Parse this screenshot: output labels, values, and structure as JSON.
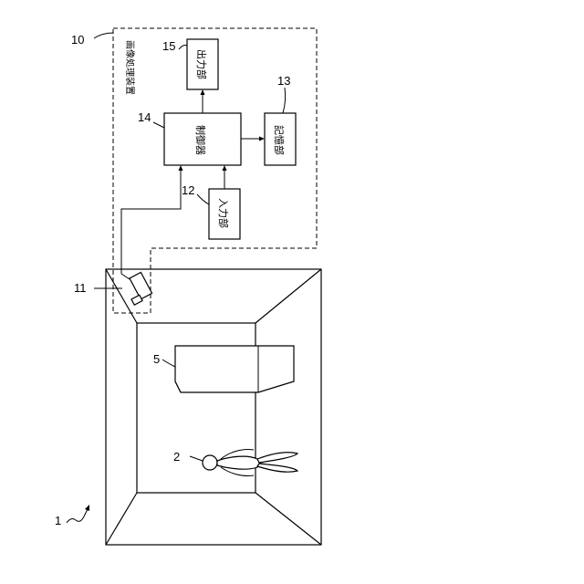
{
  "diagram": {
    "system_ref": "1",
    "apparatus_ref": "10",
    "apparatus_label": "画像処理装置",
    "camera_ref": "11",
    "input_ref": "12",
    "input_label": "入力部",
    "storage_ref": "13",
    "storage_label": "記憶部",
    "controller_ref": "14",
    "controller_label": "制御器",
    "output_ref": "15",
    "output_label": "出力部",
    "person_ref": "2",
    "object_ref": "5"
  }
}
